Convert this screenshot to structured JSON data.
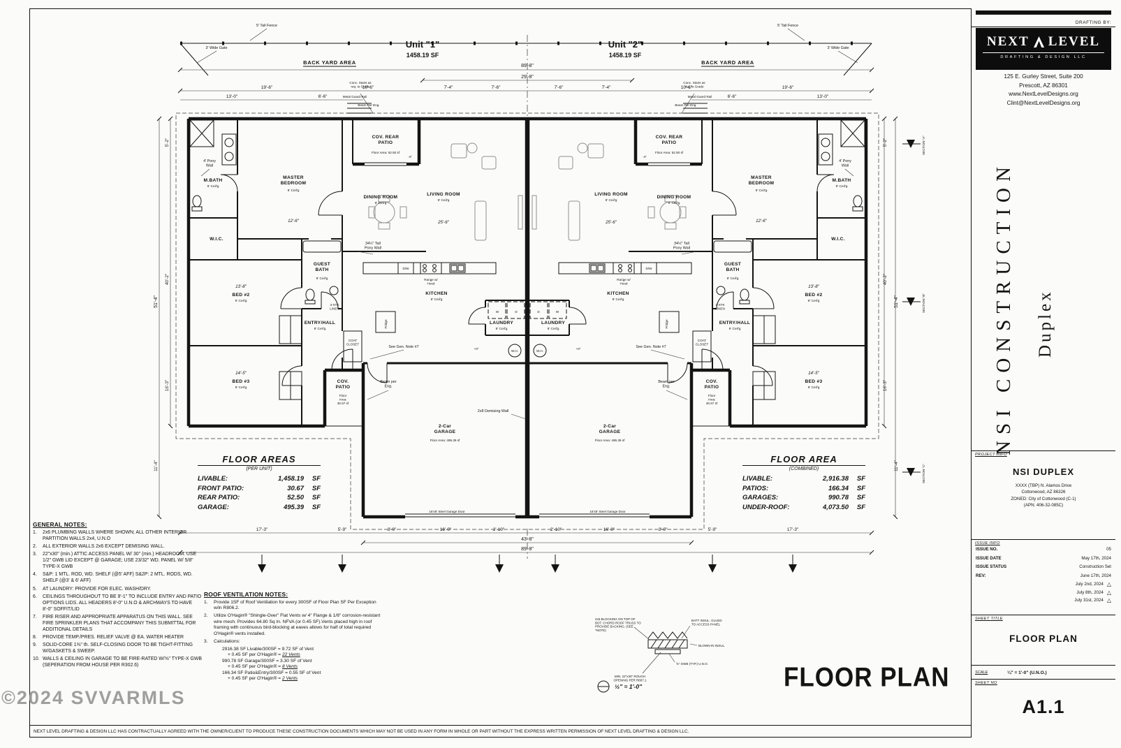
{
  "sheet": {
    "floor_plan_title": "FLOOR PLAN",
    "watermark": "©2024 SVVARMLS",
    "disclaimer": "NEXT LEVEL DRAFTING & DESIGN LLC HAS CONTRACTUALLY AGREED WITH THE OWNER/CLIENT TO PRODUCE THESE CONSTRUCTION DOCUMENTS WHICH MAY NOT BE USED IN ANY FORM IN WHOLE OR PART WITHOUT THE EXPRESS WRITTEN PERMISSION OF NEXT LEVEL DRAFTING & DESIGN LLC."
  },
  "titleblock": {
    "drafting_by": "DRAFTING BY:",
    "logo": {
      "left": "NEXT",
      "right": "LEVEL",
      "tagline": "DRAFTING & DESIGN LLC"
    },
    "address": {
      "line1": "125 E. Gurley Street, Suite 200",
      "line2": "Prescott, AZ 86301",
      "line3": "www.NextLevelDesigns.org",
      "line4": "Clint@NextLevelDesigns.org"
    },
    "client_vertical": "NSI CONSTRUCTION",
    "project_vertical": "Duplex",
    "project_info": {
      "label": "PROJECT INFO",
      "name": "NSI DUPLEX",
      "addr1": "XXXX (TBP) N. Alamos Drive",
      "addr2": "Cottonwood, AZ  86326",
      "addr3": "ZONED: City of Cottonwood (C-1)",
      "addr4": "(APN: 406-32-085C)"
    },
    "issue_info": {
      "label": "ISSUE INFO",
      "no_label": "ISSUE NO.",
      "no": "05",
      "date_label": "ISSUE DATE",
      "date": "May 17th, 2024",
      "status_label": "ISSUE STATUS",
      "status": "Construction Set",
      "rev_label": "REV:",
      "rev1": "June 17th, 2024",
      "rev2": "July 2nd, 2024",
      "rev3": "July 8th, 2024",
      "rev4": "July 31st, 2024",
      "rev_marker": "△"
    },
    "sheet_title": {
      "label": "SHEET TITLE",
      "title": "FLOOR PLAN"
    },
    "scale": {
      "label": "SCALE",
      "value": "¼\" = 1'-0\" (U.N.O.)"
    },
    "sheet_no": {
      "label": "SHEET NO",
      "no": "A1.1"
    }
  },
  "plan": {
    "fence": "5' Tall Fence",
    "gate": "3' Wide Gate",
    "backyard": "BACK YARD AREA",
    "stairs": "Conc. Stairs as\nreq. to Grade",
    "guard": "Metal Guard Rail",
    "beam_top": "Beam Per Eng.",
    "beam": "Beam per\nEng.",
    "unit1": "Unit \"1\"",
    "unit1_sf": "1458.19 SF",
    "unit2": "Unit \"2\"",
    "unit2_sf": "1458.19 SF",
    "ceil": "9' Ceil'g",
    "rooms": {
      "mbath": "M.BATH",
      "master": "MASTER\nBEDROOM",
      "wic": "W.I.C.",
      "guest": "GUEST\nBATH",
      "bed2": "BED #2",
      "bed3": "BED #3",
      "entry": "ENTRY/HALL",
      "kitchen": "KITCHEN",
      "laundry": "LAUNDRY",
      "dining": "DINING ROOM",
      "living": "LIVING ROOM",
      "cov_patio": "COV.\nPATIO",
      "rear_patio": "COV. REAR\nPATIO",
      "garage": "2-Car\nGARAGE"
    },
    "areas": {
      "rear_patio": "Floor Area: 52.50 sf",
      "front_patio": "Floor\nArea:\n30.67 sf",
      "garage": "Floor Area: 495.39 sf"
    },
    "annot": {
      "demising": "2x8 Demising Wall",
      "note7": "See Gen. Note #7",
      "pony34": "34½\" Tall\nPony Wall",
      "pony4": "4' Pony\nWall",
      "coat": "COAT\nCLOSET",
      "linen": "3-STK\nLINEN",
      "fridge": "Fridge",
      "range": "Range w/\nHood",
      "dw": "D/W",
      "wh": "W.H.",
      "w": "W",
      "d": "D",
      "plus0": "+0\"",
      "minus4": "-4\"",
      "garage_door": "16'x8' Steel Garage Door"
    },
    "dims": {
      "d89_8": "89'-8\"",
      "d29_8": "29'-8\"",
      "d19_6": "19'-6\"",
      "d10_6": "10'-6\"",
      "d13_0": "13'-0\"",
      "d6_6": "6'-6\"",
      "d7_4": "7'-4\"",
      "d7_6": "7'-6\"",
      "d17_3": "17'-3\"",
      "d5_9": "5'-9\"",
      "d43_8": "43'-8\"",
      "d3_0": "3'-0\"",
      "d16_0": "16'-0\"",
      "d2_10": "2'-10\"",
      "d51_4": "51'-4\"",
      "d40_2": "40'-2\"",
      "d5_2": "5'-2\"",
      "d11_4": "11'-4\"",
      "d16_3": "16'-3\"",
      "d12_6": "12'-6\"",
      "d13_8": "13'-8\"",
      "d14_5": "14'-5\"",
      "d25_6": "25'-6\""
    },
    "sections": {
      "a": "SECTION \"A\"",
      "b": "SECTION \"B\"",
      "c": "SECTION \"C\""
    }
  },
  "floor_areas_unit": {
    "title": "FLOOR AREAS",
    "subtitle": "(PER UNIT)",
    "rows": [
      {
        "label": "LIVABLE:",
        "value": "1,458.19",
        "unit": "SF"
      },
      {
        "label": "FRONT PATIO:",
        "value": "30.67",
        "unit": "SF"
      },
      {
        "label": "REAR PATIO:",
        "value": "52.50",
        "unit": "SF"
      },
      {
        "label": "GARAGE:",
        "value": "495.39",
        "unit": "SF"
      }
    ]
  },
  "floor_areas_combined": {
    "title": "FLOOR AREA",
    "subtitle": "(COMBINED)",
    "rows": [
      {
        "label": "LIVABLE:",
        "value": "2,916.38",
        "unit": "SF"
      },
      {
        "label": "PATIOS:",
        "value": "166.34",
        "unit": "SF"
      },
      {
        "label": "GARAGES:",
        "value": "990.78",
        "unit": "SF"
      },
      {
        "label": "UNDER-ROOF:",
        "value": "4,073.50",
        "unit": "SF"
      }
    ]
  },
  "general_notes": {
    "title": "GENERAL NOTES:",
    "items": [
      {
        "n": "1.",
        "t": "2x6 PLUMBING WALLS WHERE SHOWN; ALL OTHER INTERIOR PARTITION WALLS 2x4, U.N.O"
      },
      {
        "n": "2.",
        "t": "ALL EXTERIOR WALLS 2x6 EXCEPT DEMISING WALL."
      },
      {
        "n": "3.",
        "t": "22\"x30\" (min.) ATTIC ACCESS PANEL W/ 30\" (min.) HEADROOM. USE 1/2\" GWB LID EXCEPT @ GARAGE; USE 23/32\" WD. PANEL W/ 5/8\" TYPE-X GWB"
      },
      {
        "n": "4.",
        "t": "S&P: 1 MTL. ROD, WD. SHELF (@5' AFF)  S&2P: 2 MTL. RODS, WD. SHELF (@3' & 6' AFF)"
      },
      {
        "n": "5.",
        "t": "AT LAUNDRY: PROVIDE FOR ELEC. WASH/DRY."
      },
      {
        "n": "6.",
        "t": "CEILINGS THROUGHOUT TO BE 9'-1\" TO INCLUDE ENTRY AND PATIO OPTIONS LIDS. ALL HEADERS 8'-0\" U.N.O & ARCHWAYS TO HAVE 8'-0\" SOFFIT/LID"
      },
      {
        "n": "7.",
        "t": "FIRE RISER AND APPROPRIATE APPARATUS ON THIS WALL. SEE FIRE SPRINKLER PLANS THAT ACCOMPANY THIS SUBMITTAL FOR ADDITIONAL DETAILS"
      },
      {
        "n": "8.",
        "t": "PROVIDE TEMP./PRES. RELIEF VALVE @ EA. WATER HEATER"
      },
      {
        "n": "9.",
        "t": "SOLID-CORE 1⅜\" th. SELF-CLOSING DOOR TO BE TIGHT-FITTING W/GASKETS & SWEEP."
      },
      {
        "n": "10.",
        "t": "WALLS & CEILING IN GARAGE TO BE FIRE-RATED W/⅝\" TYPE-X GWB (SEPERATION FROM HOUSE PER R302.6)"
      }
    ]
  },
  "roof_notes": {
    "title": "ROOF VENTILATION NOTES:",
    "items": [
      {
        "n": "1.",
        "t": "Provide 1SF of Roof Ventilation for every 300SF of Floor Plan SF Per Exception w/in R806.2."
      },
      {
        "n": "2.",
        "t": "Utilize O'Hagin® \"Shingle-Over\" Flat Vents w/ 4\" Flange & 1/8\" corrosion-resistant wire mesh. Provides 64.80 Sq In. NFVA (or 0.45 SF).Vents placed high in roof framing with continuous bird-blocking at eaves allows for half of total required O'Hagin® vents installed."
      },
      {
        "n": "3.",
        "t": "Calculations:"
      }
    ],
    "calcs": [
      {
        "t": "2916.38 SF Livable/300SF = 9.72 SF of Vent"
      },
      {
        "t": "+ 0.45 SF per O'Hagin® = ",
        "u": "22 Vents"
      },
      {
        "t": "990.78 SF Garage/300SF = 3.30 SF of Vent"
      },
      {
        "t": "+ 0.45 SF per O'Hagin® = ",
        "u": "8 Vents"
      },
      {
        "t": "166.34 SF Patio&Entry/300SF = 0.55 SF of Vent"
      },
      {
        "t": "+ 0.45 SF per O'Hagin® = ",
        "u": "2 Vents"
      }
    ]
  },
  "detail": {
    "l1": "2x6 BLOCKING ON TOP OF\nBOT. CHORD ROOF TRUSS TO\nPROVIDE BACKING. (SEE\n*NOTE)",
    "l2": "BATT INSUL. GLUED\nTO ACCESS PANEL",
    "l3": "BLOWN-IN INSUL.",
    "l4": "MIN. 22\"x30\" ROUGH\nOPENING PER R807.1",
    "l5": "⅝\" GWB (TYP.) U.N.O.",
    "scale": "½\" = 1'-0\""
  }
}
